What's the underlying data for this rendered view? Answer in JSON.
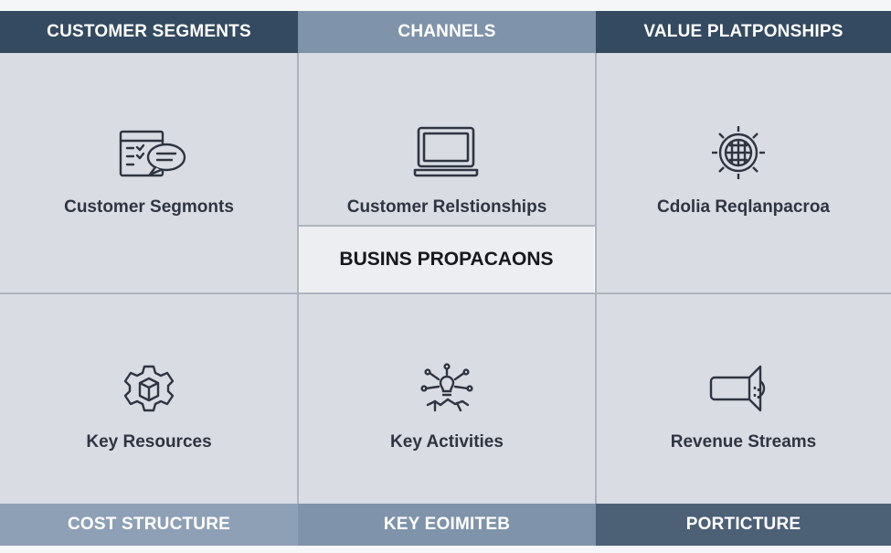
{
  "colors": {
    "header_dark": "#344a60",
    "header_light": "#7f93aa",
    "footer_light": "#8ea0b5",
    "footer_mid": "#7f93aa",
    "footer_dark": "#4c6076",
    "cell_bg": "#d9dce3",
    "text_dark": "#2f3540"
  },
  "headers": [
    {
      "label": "CUSTOMER SEGMENTS"
    },
    {
      "label": "CHANNELS"
    },
    {
      "label": "VALUE PLATPONSHIPS"
    }
  ],
  "cells": [
    {
      "label": "Customer Segmonts",
      "icon": "form-chat-icon"
    },
    {
      "label": "Customer Relstionships",
      "icon": "laptop-icon"
    },
    {
      "label": "Cdolia Reqlanpacroa",
      "icon": "globe-gear-icon"
    },
    {
      "label": "Key Resources",
      "icon": "gear-box-icon"
    },
    {
      "label": "Key Activities",
      "icon": "network-bulb-icon"
    },
    {
      "label": "Revenue Streams",
      "icon": "megaphone-icon"
    }
  ],
  "center_box": {
    "label": "BUSINS PROPACAONS"
  },
  "footers": [
    {
      "label": "COST STRUCTURE"
    },
    {
      "label": "KEY EOIMITEB"
    },
    {
      "label": "PORTICTURE"
    }
  ]
}
